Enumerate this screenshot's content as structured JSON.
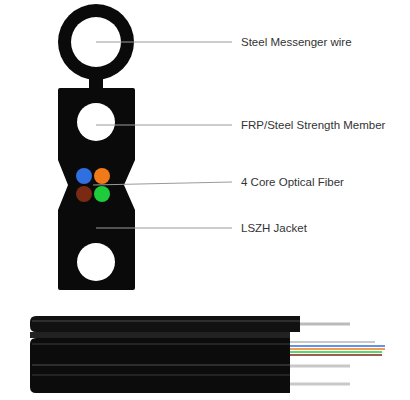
{
  "diagram": {
    "labels": [
      "Steel Messenger wire",
      "FRP/Steel Strength Member",
      "4 Core Optical Fiber",
      "LSZH Jacket"
    ]
  }
}
